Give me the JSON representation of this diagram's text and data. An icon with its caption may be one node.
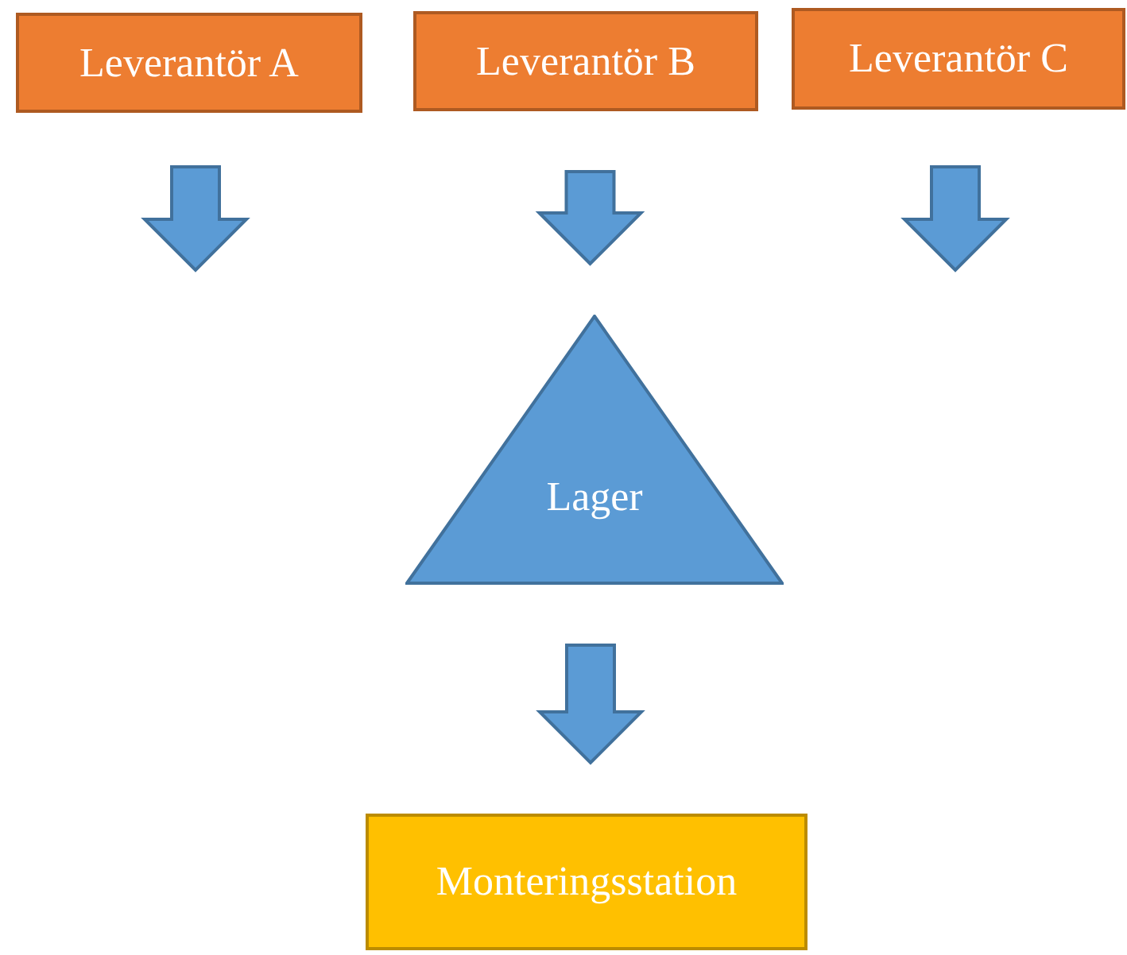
{
  "diagram": {
    "nodes": [
      {
        "text": [
          "Leverantör A"
        ]
      },
      {
        "text": [
          "Leverantör B"
        ]
      },
      {
        "text": [
          "Leverantör C"
        ]
      },
      {
        "text": [
          "Lager"
        ]
      },
      {
        "text": [
          "Monteringsstation"
        ]
      }
    ],
    "edges": [
      {
        "from": 1,
        "to": 3,
        "arrow": "to"
      },
      {
        "from": 3,
        "to": 4,
        "arrow": "to"
      }
    ]
  }
}
